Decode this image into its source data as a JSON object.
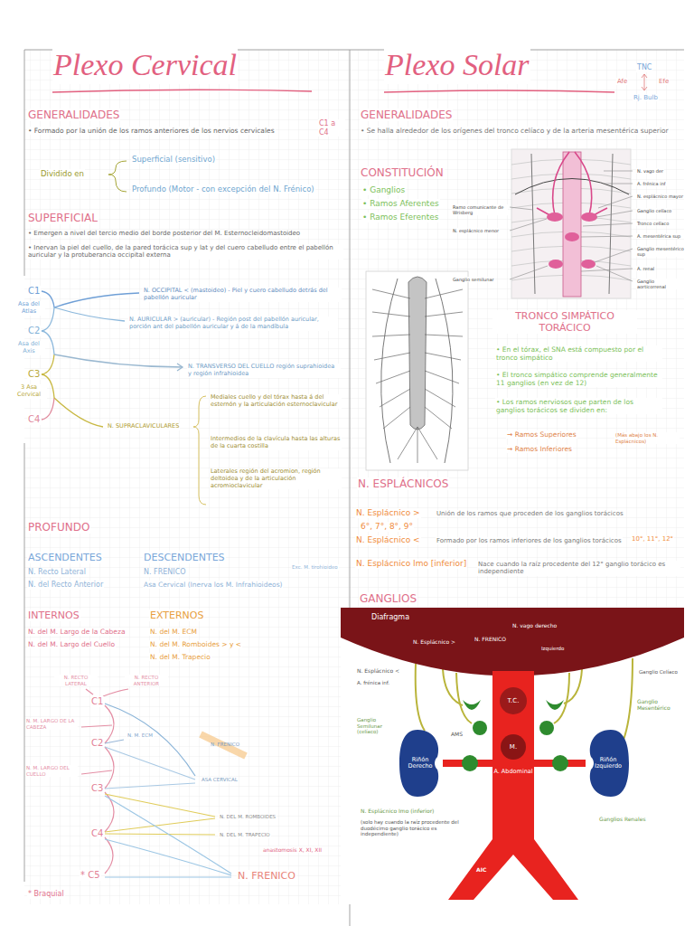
{
  "diagram": {
    "nodes": [
      {
        "text": [
          "Diafragma"
        ]
      },
      {
        "text": [
          "A. Abdominal"
        ]
      },
      {
        "text": [
          "T.C."
        ],
        "in": 1
      },
      {
        "text": [
          "M."
        ],
        "in": 1
      },
      {
        "text": [
          "Riñón Derecho"
        ]
      },
      {
        "text": [
          "Riñón Izquierdo"
        ]
      }
    ],
    "edges": [
      {
        "from": 1,
        "to": 4,
        "arrow": "none"
      },
      {
        "from": 1,
        "to": 5,
        "arrow": "none"
      }
    ],
    "labels": [
      "Plexo Cervical",
      "Plexo Solar",
      "TNC",
      "Afe",
      "Efe",
      "Rj. Bulb",
      "GENERALIDADES",
      "• Formado por la unión de los ramos anteriores de los nervios cervicales",
      "C1 a C4",
      "Dividido en",
      "Superficial (sensitivo)",
      "Profundo (Motor - con excepción del N. Frénico)",
      "SUPERFICIAL",
      "• Emergen a nivel del tercio medio del borde posterior del M. Esternocleidomastoideo",
      "• Inervan la piel del cuello, de la pared torácica sup y lat y del cuero cabelludo entre el pabellón auricular y la protuberancia occipital externa",
      "C1",
      "Asa del Atlas",
      "C2",
      "Asa del Axis",
      "C3",
      "3 Asa Cervical",
      "C4",
      "N. OCCIPITAL < (mastoideo) - Piel y cuero cabelludo detrás del pabellón auricular",
      "N. AURICULAR > (auricular) - Región post del pabellón auricular, porción ant del pabellón auricular y á de la mandíbula",
      "N. TRANSVERSO DEL CUELLO región suprahioidea y región infrahioidea",
      "N. SUPRACLAVICULARES",
      "Mediales cuello y del tórax hasta á del esternón y la articulación esternoclavicular",
      "Intermedios de la clavícula hasta las alturas de la cuarta costilla",
      "Laterales región del acromion, región deltoidea y de la articulación acromioclavicular",
      "PROFUNDO",
      "ASCENDENTES",
      "N. Recto Lateral",
      "N. del Recto Anterior",
      "DESCENDENTES",
      "N. FRENICO",
      "Exc. M. tirohioideo",
      "Asa Cervical (Inerva los M. Infrahioideos)",
      "INTERNOS",
      "N. del M. Largo de la Cabeza",
      "N. del M. Largo del Cuello",
      "EXTERNOS",
      "N. del M. ECM",
      "N. del M. Romboides > y <",
      "N. del M. Trapecio",
      "N. RECTO LATERAL",
      "N. RECTO ANTERIOR",
      "C1",
      "N. M. LARGO DE LA CABEZA",
      "C2",
      "N. M. LARGO DEL CUELLO",
      "C3",
      "C4",
      "* C5",
      "N. M. ECM",
      "N. FRENICO",
      "ASA CERVICAL",
      "N. DEL M. ROMBOIDES",
      "N. DEL M. TRAPECIO",
      "anastomosis X, XI, XII",
      "N. FRENICO",
      "* Braquial",
      "GENERALIDADES",
      "• Se halla alrededor de los orígenes del tronco celíaco y de la arteria mesentérica superior",
      "CONSTITUCIÓN",
      "• Ganglios",
      "• Ramos Aferentes",
      "• Ramos Eferentes",
      "N. vago der",
      "A. frénica inf",
      "N. esplácnico mayor",
      "Ganglio celíaco",
      "Tronco celíaco",
      "A. mesentérica sup",
      "Ganglio mesentérico sup",
      "A. renal",
      "Ganglio aorticorrenal",
      "Ramo comunicante de Wrisberg",
      "N. esplácnico menor",
      "Ganglio semilunar",
      "TRONCO SIMPÁTICO TORÁCICO",
      "• En el tórax, el SNA está compuesto por el tronco simpático",
      "• El tronco simpático comprende generalmente 11 ganglios (en vez de 12)",
      "• Los ramos nerviosos que parten de los ganglios torácicos se dividen en:",
      "→ Ramos Superiores",
      "→ Ramos Inferiores",
      "(Más abajo los N. Esplácnicos)",
      "N. ESPLÁCNICOS",
      "N. Esplácnico >",
      "Unión de los ramos que proceden de los ganglios torácicos",
      "6°, 7°, 8°, 9°",
      "N. Esplácnico <",
      "Formado por los ramos inferiores de los ganglios torácicos",
      "10°, 11°, 12°",
      "N. Esplácnico Imo [inferior]",
      "Nace cuando la raíz procedente del 12° ganglio torácico es independiente",
      "GANGLIOS",
      "N. Esplácnico >",
      "N. FRENICO",
      "N. vago derecho",
      "Izquierdo",
      "N. Esplácnico <",
      "A. frénica inf.",
      "Ganglio Celíaco",
      "Ganglio Mesentérico",
      "Ganglio Semilunar (celíaco)",
      "AMS",
      "N. Esplácnico Imo (inferior)",
      "(solo hay cuando la raíz procedente del duodécimo ganglio torácico es independiente)",
      "Ganglios Renales",
      "AIC"
    ]
  }
}
